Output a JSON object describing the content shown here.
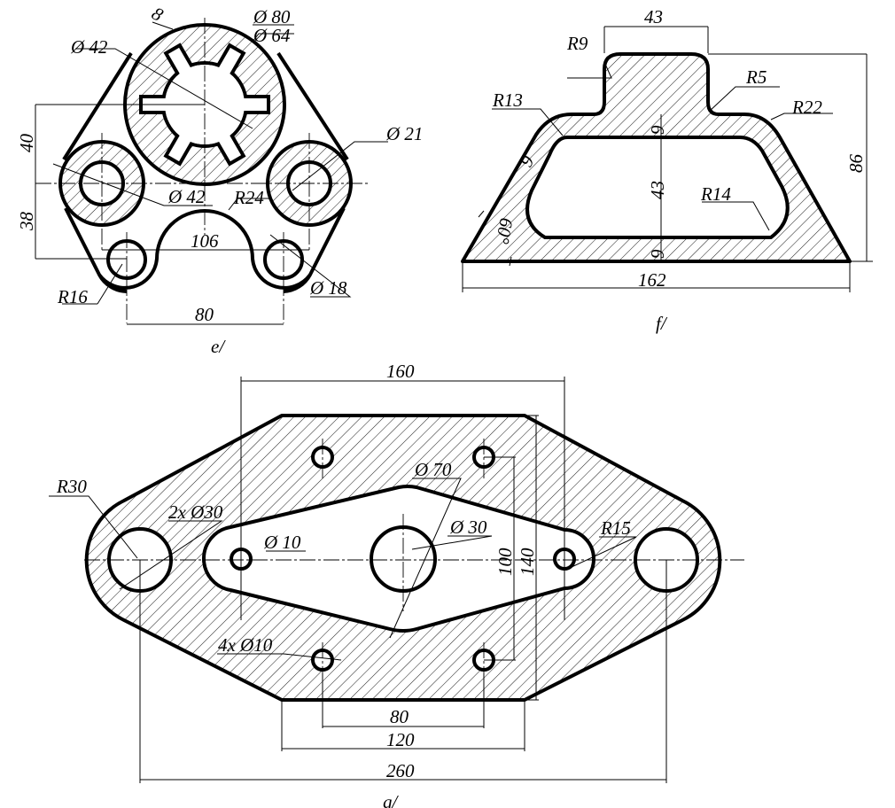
{
  "figure_e": {
    "caption": "e/",
    "dims": {
      "d80": "Ø 80",
      "d64": "Ø 64",
      "d42_top": "Ø 42",
      "d8": "8",
      "d21": "Ø 21",
      "d42_bottom": "Ø 42",
      "r24": "R24",
      "d40": "40",
      "d38": "38",
      "d106": "106",
      "r16": "R16",
      "d18": "Ø 18",
      "d80_lin": "80"
    }
  },
  "figure_f": {
    "caption": "f/",
    "dims": {
      "d43_top": "43",
      "r9": "R9",
      "r5": "R5",
      "r13": "R13",
      "r22": "R22",
      "d9_top": "9",
      "d9_side": "9",
      "d43_mid": "43",
      "d9_bottom": "9",
      "r14": "R14",
      "a60": "60°",
      "d86": "86",
      "d162": "162"
    }
  },
  "figure_g": {
    "caption": "g/",
    "dims": {
      "d160": "160",
      "r30": "R30",
      "d2x30": "2x Ø30",
      "d70": "Ø 70",
      "d10": "Ø 10",
      "d30": "Ø 30",
      "r15": "R15",
      "d100": "100",
      "d140": "140",
      "d4x10": "4x Ø10",
      "d80": "80",
      "d120": "120",
      "d260": "260"
    }
  }
}
